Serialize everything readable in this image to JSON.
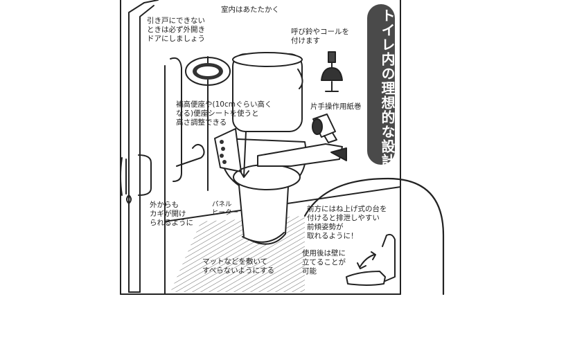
{
  "title": "トイレ内の理想的な設計",
  "labels": {
    "room_warm": "室内はあたたかく",
    "door": "引き戸にできない\nときは必ず外開き\nドアにしましょう",
    "bell": "呼び鈴やコールを\n付けます",
    "seat": "補高便座や(10cmぐらい高く\nなる)便座シートを使うと\n高さ調整できる",
    "paper": "片手操作用紙巻",
    "lock": "外からも\nカギが開け\nられるように",
    "heater": "パネル\nヒーター",
    "mat": "マットなどを敷いて\nすべらないようにする",
    "table": "前方にはね上げ式の台を\n付けると排泄しやすい\n前傾姿勢が\n取れるように！",
    "after_use": "使用後は壁に\n立てることが\n可能"
  }
}
